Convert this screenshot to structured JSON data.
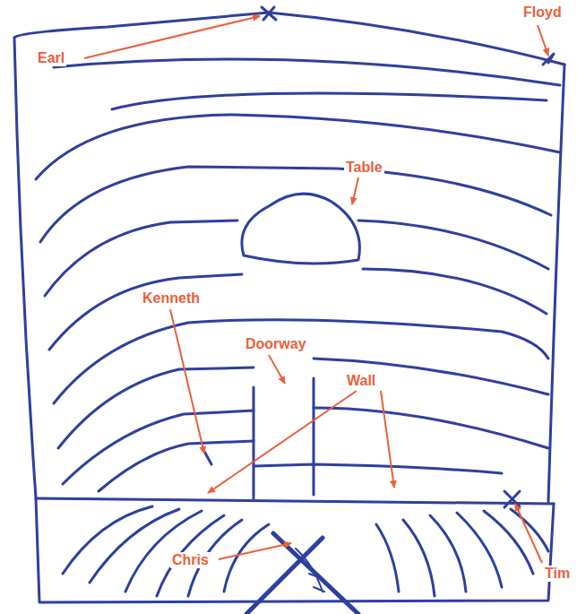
{
  "diagram": {
    "labels": [
      "Earl",
      "Floyd",
      "Table",
      "Kenneth",
      "Doorway",
      "Wall",
      "Chris",
      "Tim"
    ]
  }
}
